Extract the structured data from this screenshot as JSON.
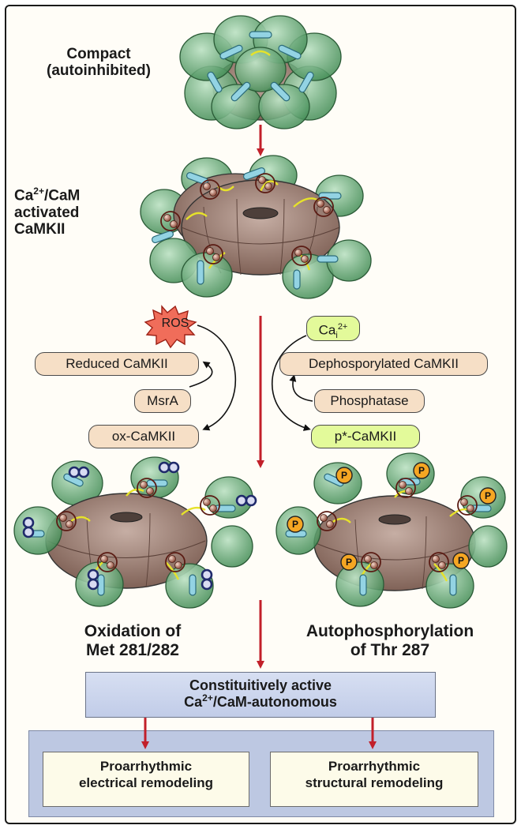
{
  "labels": {
    "compact_line1": "Compact",
    "compact_line2": "(autoinhibited)",
    "activated_line1_pre": "Ca",
    "activated_line1_sup": "2+",
    "activated_line1_post": "/CaM",
    "activated_line2": "activated",
    "activated_line3": "CaMKII",
    "ros": "ROS",
    "cai_base": "Ca",
    "cai_sub": "i",
    "cai_sup": "2+",
    "reduced": "Reduced CaMKII",
    "msra": "MsrA",
    "ox": "ox-CaMKII",
    "dephos": "Dephosporylated CaMKII",
    "phosphatase": "Phosphatase",
    "pcamkii": "p*-CaMKII",
    "oxidation_line1": "Oxidation of",
    "oxidation_line2": "Met 281/282",
    "autophos_line1": "Autophosphorylation",
    "autophos_line2": "of Thr 287",
    "const_line1": "Constituitively active",
    "const_line2_pre": "Ca",
    "const_line2_sup": "2+",
    "const_line2_post": "/CaM-autonomous",
    "elec_line1": "Proarrhythmic",
    "elec_line2": "electrical remodeling",
    "struct_line1": "Proarrhythmic",
    "struct_line2": "structural remodeling",
    "p_marker": "P"
  },
  "colors": {
    "arrow_red": "#c2202a",
    "hub": "#9c7f73",
    "kinase_green": "#5fa56d",
    "helix_cyan": "#93d3e3",
    "bead": "#b77462",
    "tan_box": "#f6dfc6",
    "green_box": "#e3fa9a",
    "ros_star": "#f06d5a",
    "flow_box": "#c9d3ec",
    "ox_marker": "#1f2a6b",
    "phospho_marker": "#f5a623"
  }
}
